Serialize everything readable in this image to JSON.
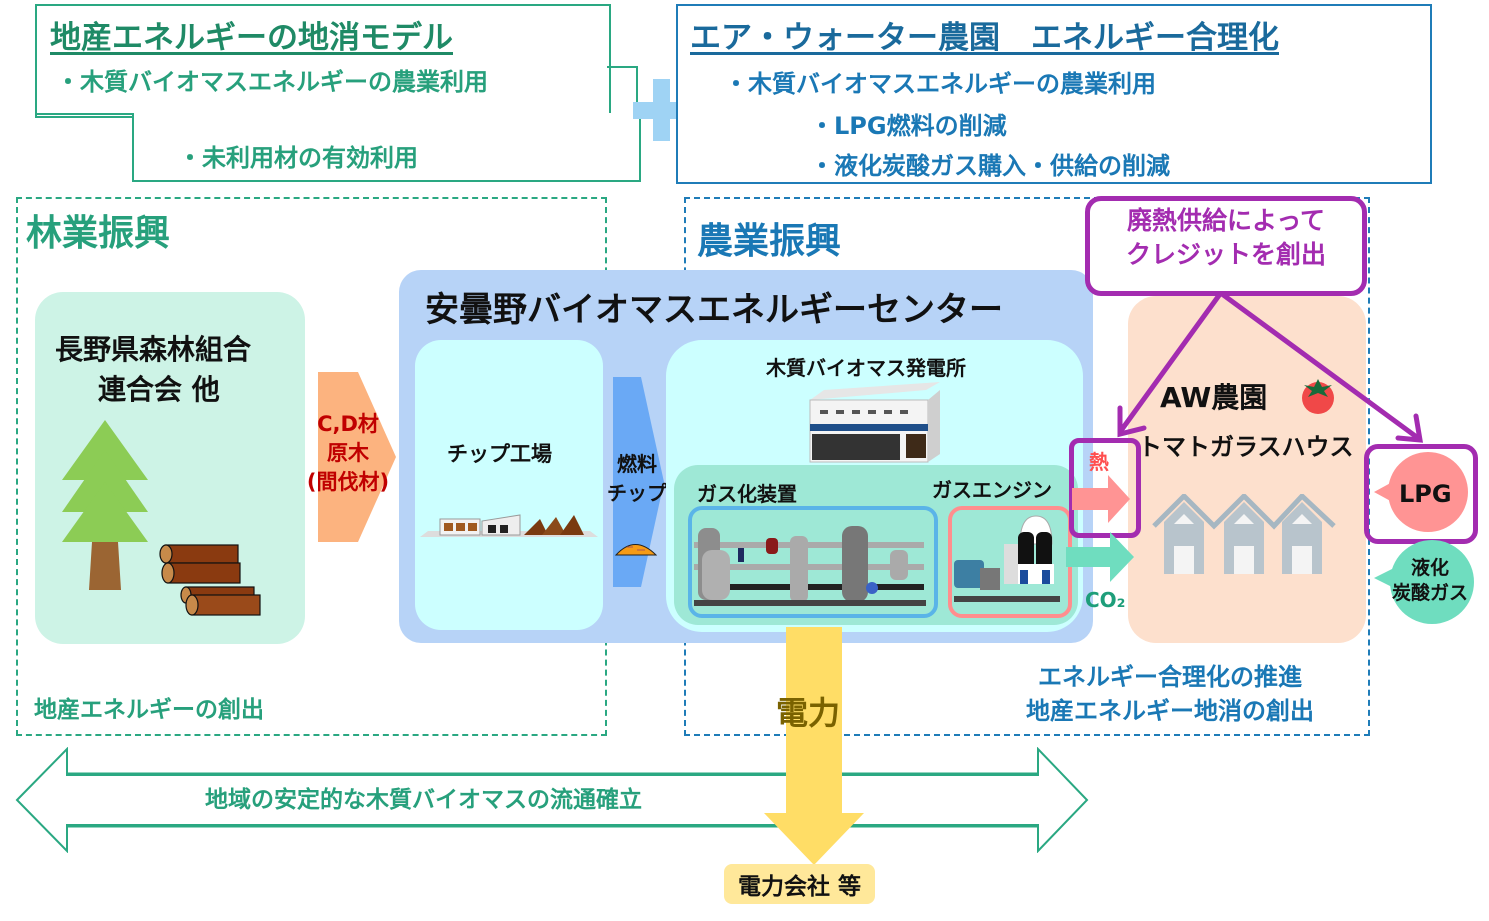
{
  "top_left": {
    "title": "地産エネルギーの地消モデル",
    "item1": "・木質バイオマスエネルギーの農業利用",
    "item2": "・未利用材の有効利用"
  },
  "top_right": {
    "title": "エア・ウォーター農園　エネルギー合理化",
    "item1": "・木質バイオマスエネルギーの農業利用",
    "item2": "・LPG燃料の削減",
    "item3": "・液化炭酸ガス購入・供給の削減"
  },
  "forestry": {
    "heading": "林業振興",
    "org_line1": "長野県森林組合",
    "org_line2": "連合会 他",
    "footer": "地産エネルギーの創出"
  },
  "supply_arrow": {
    "line1": "C,D材",
    "line2": "原木",
    "line3": "(間伐材)"
  },
  "agriculture": {
    "heading": "農業振興",
    "footer_line1": "エネルギー合理化の推進",
    "footer_line2": "地産エネルギー地消の創出"
  },
  "center": {
    "title": "安曇野バイオマスエネルギーセンター",
    "chip_factory": "チップ工場",
    "fuel_line1": "燃料",
    "fuel_line2": "チップ",
    "plant": "木質バイオマス発電所",
    "gasifier": "ガス化装置",
    "gas_engine": "ガスエンジン"
  },
  "credit_box": {
    "line1": "廃熱供給によって",
    "line2": "クレジットを創出"
  },
  "farm": {
    "name": "AW農園",
    "house": "トマトガラスハウス",
    "heat": "熱",
    "co2": "CO₂",
    "lpg": "LPG",
    "gas_line1": "液化",
    "gas_line2": "炭酸ガス"
  },
  "power": {
    "label": "電力",
    "destination": "電力会社 等"
  },
  "distribution": {
    "label": "地域の安定的な木質バイオマスの流通確立"
  },
  "colors": {
    "green": "#2aa882",
    "blue": "#1f7cb8",
    "purple": "#a32cb0",
    "center_bg": "#b7d3f7",
    "inner_bg": "#ccffff",
    "forest_bg": "#cdf3e6",
    "farm_bg": "#fde0cd",
    "power": "#ffdd66"
  }
}
